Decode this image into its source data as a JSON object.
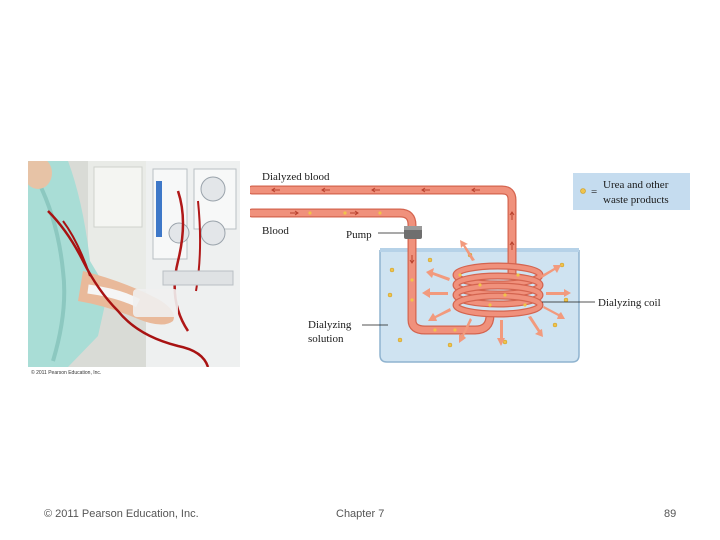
{
  "photo": {
    "credit": "© 2011 Pearson Education, Inc."
  },
  "diagram": {
    "labels": {
      "dialyzed_blood": "Dialyzed blood",
      "blood": "Blood",
      "pump": "Pump",
      "dialyzing_solution_line1": "Dialyzing",
      "dialyzing_solution_line2": "solution",
      "dialyzing_coil": "Dialyzing coil"
    },
    "legend": {
      "equals": "=",
      "line1": "Urea and other",
      "line2": "waste products"
    },
    "colors": {
      "tube": "#f0917c",
      "tube_edge": "#d4644f",
      "bath": "#cfe3f1",
      "bath_edge": "#8fb3cf",
      "arrow": "#f29a7d",
      "particle": "#f0c34a",
      "legend_bg": "#c5dcef"
    }
  },
  "footer": {
    "copyright": "© 2011 Pearson Education, Inc.",
    "chapter": "Chapter 7",
    "page_number": "89"
  }
}
